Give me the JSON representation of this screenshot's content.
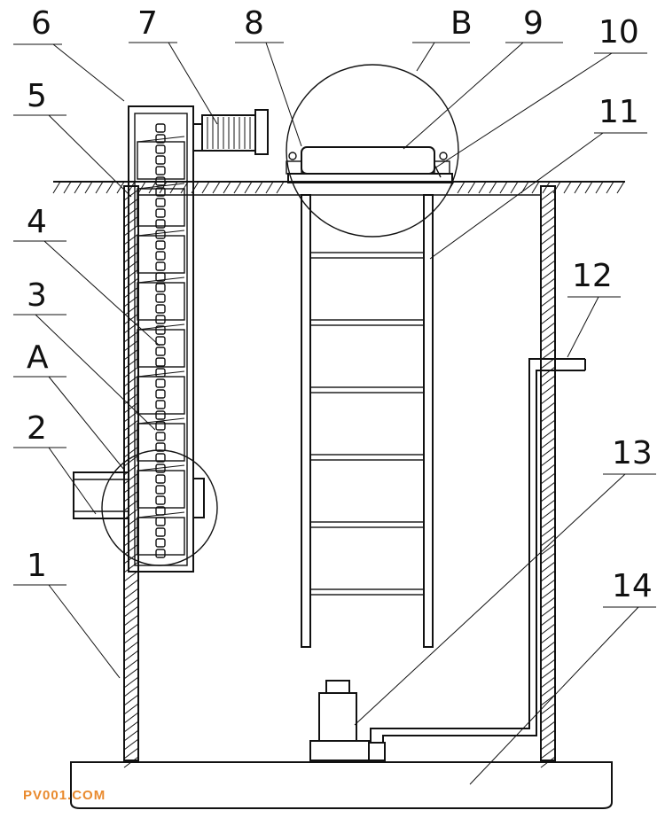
{
  "labels": {
    "l1": "1",
    "l2": "2",
    "l3": "3",
    "l4": "4",
    "l5": "5",
    "l6": "6",
    "l7": "7",
    "l8": "8",
    "l9": "9",
    "l10": "10",
    "l11": "11",
    "l12": "12",
    "l13": "13",
    "l14": "14",
    "lA": "A",
    "lB": "B"
  },
  "watermark": "PV001.COM"
}
